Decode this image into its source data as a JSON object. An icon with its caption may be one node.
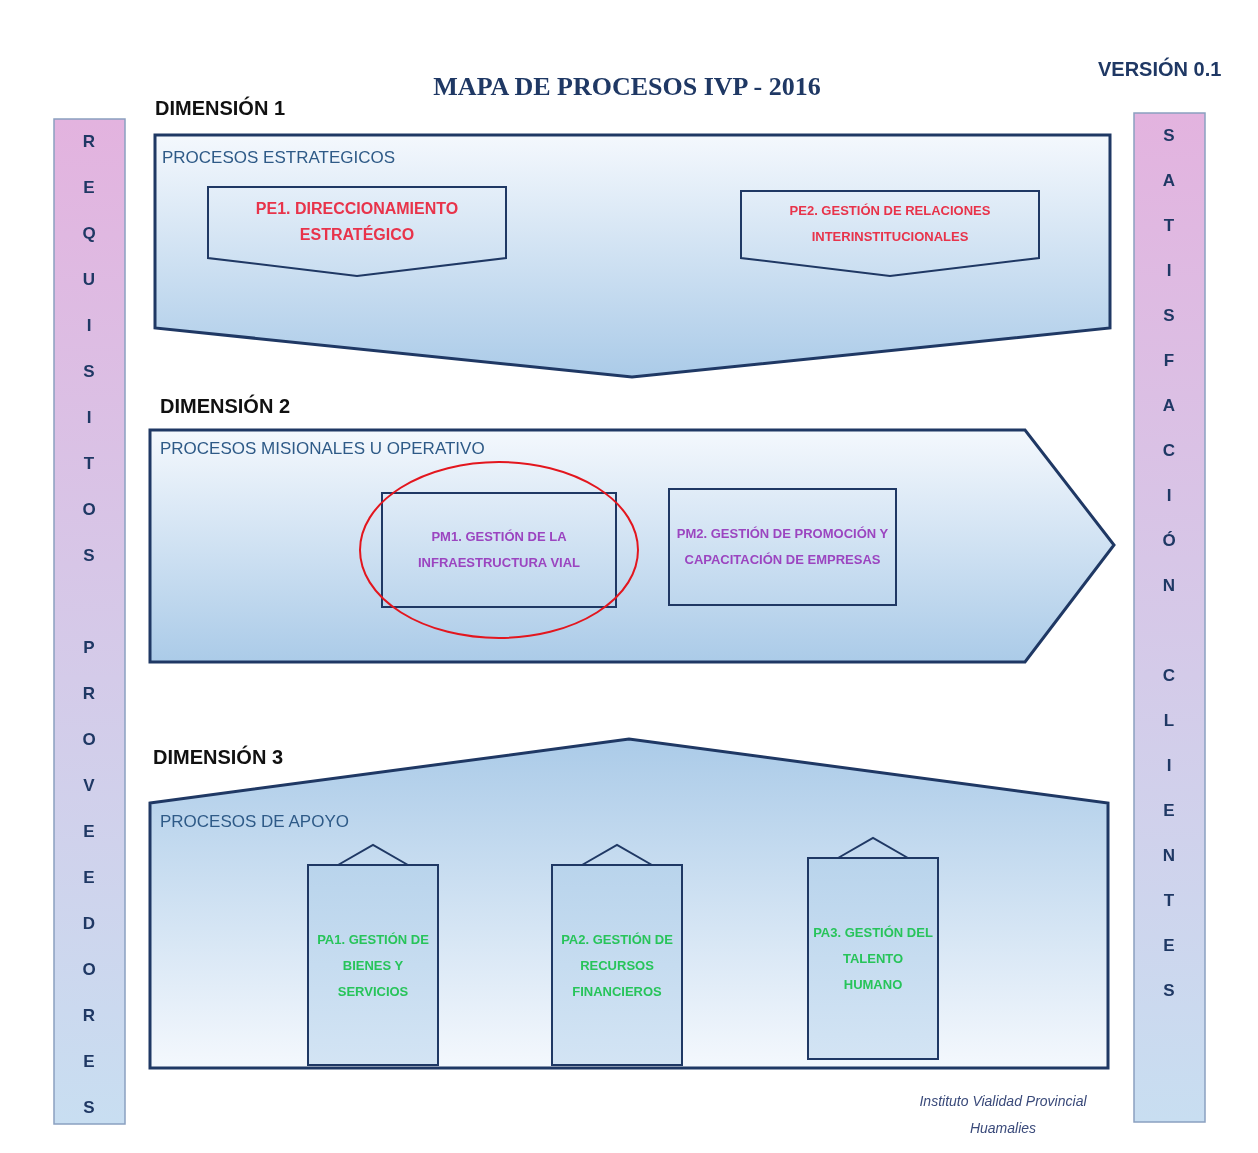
{
  "diagram": {
    "title": "MAPA DE PROCESOS IVP - 2016",
    "nodes": [
      {
        "text": [
          "REQUISITOS PROVEEDORES"
        ]
      },
      {
        "text": [
          "DIMENSIÓN 1",
          "PROCESOS ESTRATEGICOS"
        ]
      },
      {
        "text": [
          "PE1. DIRECCIONAMIENTO ESTRATÉGICO"
        ],
        "in": 1
      },
      {
        "text": [
          "PE2. GESTIÓN DE RELACIONES INTERINSTITUCIONALES"
        ],
        "in": 1
      },
      {
        "text": [
          "DIMENSIÓN 2",
          "PROCESOS MISIONALES U OPERATIVO"
        ]
      },
      {
        "text": [
          "PM1. GESTIÓN DE LA INFRAESTRUCTURA VIAL"
        ],
        "in": 4
      },
      {
        "text": [
          "PM2. GESTIÓN DE PROMOCIÓN Y CAPACITACIÓN DE EMPRESAS"
        ],
        "in": 4
      },
      {
        "text": [
          "DIMENSIÓN 3",
          "PROCESOS DE APOYO"
        ]
      },
      {
        "text": [
          "PA1. GESTIÓN DE BIENES Y SERVICIOS"
        ],
        "in": 7
      },
      {
        "text": [
          "PA2. GESTIÓN DE RECURSOS FINANCIEROS"
        ],
        "in": 7
      },
      {
        "text": [
          "PA3. GESTIÓN DEL TALENTO HUMANO"
        ],
        "in": 7
      },
      {
        "text": [
          "SATISFACIÓN CLIENTES"
        ]
      }
    ],
    "edges": [],
    "labels": [
      "VERSIÓN 0.1",
      "Instituto Vialidad Provincial Huamalies"
    ]
  }
}
